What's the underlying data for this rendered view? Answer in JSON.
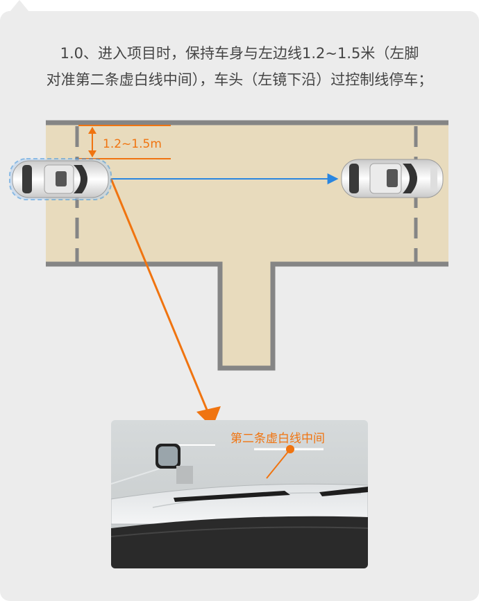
{
  "instruction": {
    "line1": "1.0、进入项目时，保持车身与左边线1.2~1.5米（左脚",
    "line2": "对准第二条虚白线中间），车头（左镜下沿）过控制线停车；"
  },
  "diagram": {
    "distance_label": "1.2~1.5m"
  },
  "photo": {
    "label": "第二条虚白线中间"
  },
  "colors": {
    "background": "#ececec",
    "road": "#e8dbbd",
    "road_border": "#858585",
    "accent_orange": "#f07410",
    "path_blue": "#2a86e0"
  }
}
